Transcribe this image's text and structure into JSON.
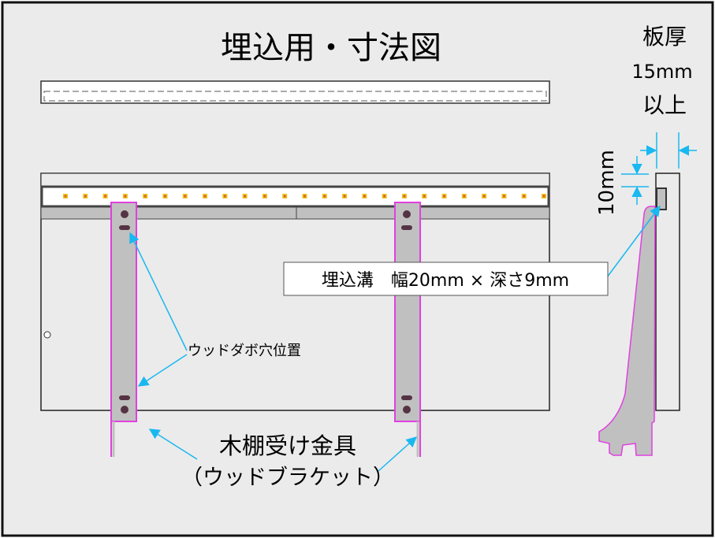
{
  "title": "埋込用・寸法図",
  "thickness_note": {
    "line1": "板厚",
    "line2": "15mm",
    "line3": "以上"
  },
  "dimension_vertical": "10mm",
  "groove_callout": "埋込溝　幅20mm × 深さ9mm",
  "dowel_label": "ウッドダボ穴位置",
  "bracket_label": {
    "line1": "木棚受け金具",
    "line2": "（ウッドブラケット）"
  },
  "colors": {
    "bracket_outline": "#e040e0",
    "bracket_fill": "#c0c0c0",
    "arrow": "#19b8f0",
    "led": "#f0c020",
    "background": "#ebebeb"
  },
  "led_count": 25
}
